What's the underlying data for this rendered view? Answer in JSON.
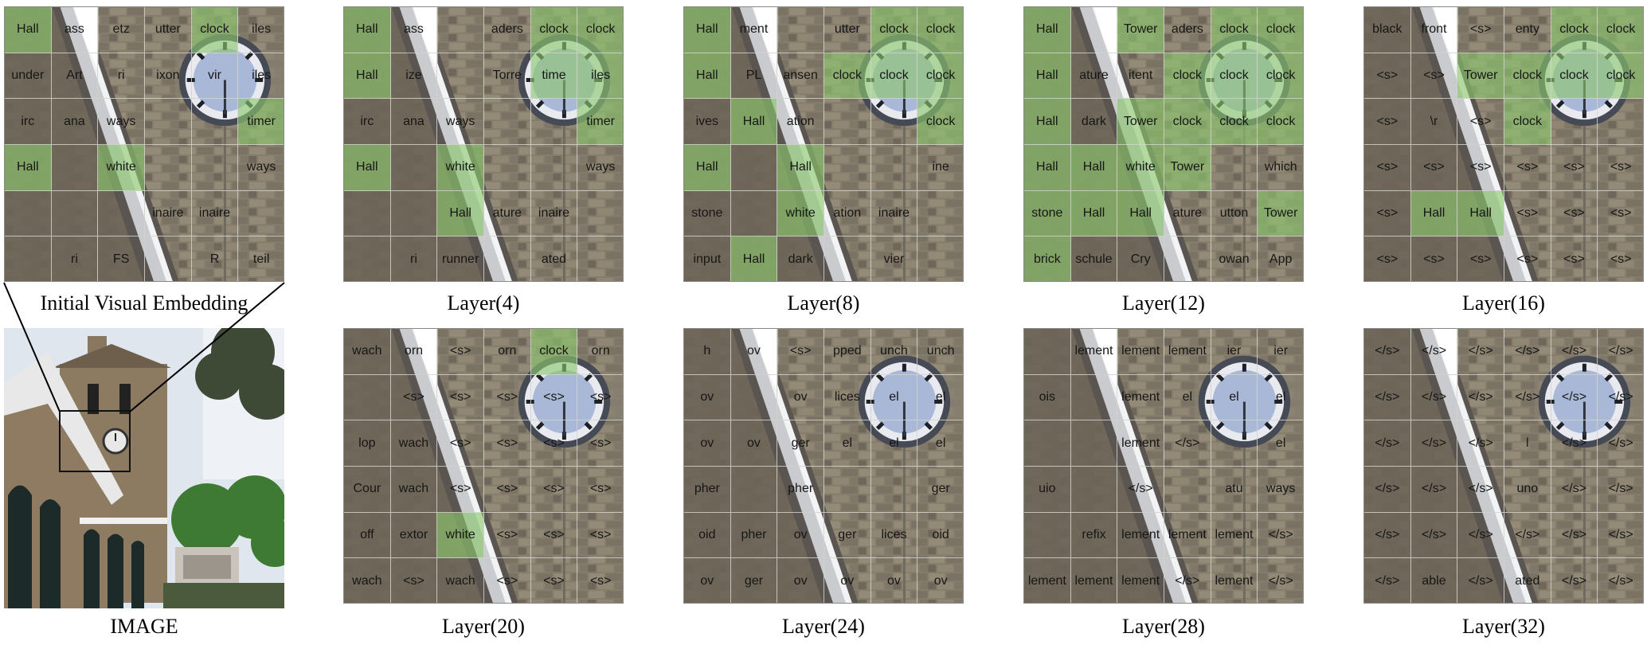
{
  "captions": {
    "initial": "Initial Visual Embedding",
    "image": "IMAGE",
    "layer4": "Layer(4)",
    "layer8": "Layer(8)",
    "layer12": "Layer(12)",
    "layer16": "Layer(16)",
    "layer20": "Layer(20)",
    "layer24": "Layer(24)",
    "layer28": "Layer(28)",
    "layer32": "Layer(32)"
  },
  "panels": [
    {
      "key": "initial",
      "tokens": [
        [
          "Hall",
          "ass",
          "etz",
          "utter",
          "clock",
          "iles"
        ],
        [
          "under",
          "Art",
          "ri",
          "ixon",
          "vir",
          "iles"
        ],
        [
          "irc",
          "ana",
          "ways",
          "",
          "",
          "timer"
        ],
        [
          "Hall",
          "",
          "white",
          "",
          "",
          "ways"
        ],
        [
          "",
          "",
          "",
          "inaire",
          "inaire",
          ""
        ],
        [
          "",
          "ri",
          "FS",
          "",
          "R",
          "teil"
        ]
      ],
      "hl": [
        [
          0,
          0
        ],
        [
          0,
          4
        ],
        [
          2,
          5
        ],
        [
          3,
          0
        ],
        [
          3,
          2
        ]
      ]
    },
    {
      "key": "layer4",
      "tokens": [
        [
          "Hall",
          "ass",
          "",
          "aders",
          "clock",
          "clock"
        ],
        [
          "Hall",
          "ize",
          "",
          "Torre",
          "time",
          "iles"
        ],
        [
          "irc",
          "ana",
          "ways",
          "",
          "",
          "timer"
        ],
        [
          "Hall",
          "",
          "white",
          "",
          "",
          "ways"
        ],
        [
          "",
          "",
          "Hall",
          "ature",
          "inaire",
          ""
        ],
        [
          "",
          "ri",
          "runner",
          "",
          "ated",
          ""
        ]
      ],
      "hl": [
        [
          0,
          0
        ],
        [
          0,
          4
        ],
        [
          0,
          5
        ],
        [
          1,
          0
        ],
        [
          1,
          4
        ],
        [
          1,
          5
        ],
        [
          2,
          5
        ],
        [
          3,
          0
        ],
        [
          3,
          2
        ],
        [
          4,
          2
        ]
      ]
    },
    {
      "key": "layer8",
      "tokens": [
        [
          "Hall",
          "ment",
          "",
          "utter",
          "clock",
          "clock"
        ],
        [
          "Hall",
          "PL",
          "ansen",
          "clock",
          "clock",
          "clock"
        ],
        [
          "ives",
          "Hall",
          "ation",
          "",
          "",
          "clock"
        ],
        [
          "Hall",
          "",
          "Hall",
          "",
          "",
          "ine"
        ],
        [
          "stone",
          "",
          "white",
          "ation",
          "inaire",
          ""
        ],
        [
          "input",
          "Hall",
          "dark",
          "",
          "vier",
          ""
        ]
      ],
      "hl": [
        [
          0,
          0
        ],
        [
          0,
          4
        ],
        [
          0,
          5
        ],
        [
          1,
          0
        ],
        [
          1,
          3
        ],
        [
          1,
          4
        ],
        [
          1,
          5
        ],
        [
          2,
          1
        ],
        [
          2,
          5
        ],
        [
          3,
          0
        ],
        [
          3,
          2
        ],
        [
          4,
          2
        ],
        [
          5,
          1
        ]
      ]
    },
    {
      "key": "layer12",
      "tokens": [
        [
          "Hall",
          "",
          "Tower",
          "aders",
          "clock",
          "clock"
        ],
        [
          "Hall",
          "ature",
          "itent",
          "clock",
          "clock",
          "clock"
        ],
        [
          "Hall",
          "dark",
          "Tower",
          "clock",
          "clock",
          "clock"
        ],
        [
          "Hall",
          "Hall",
          "white",
          "Tower",
          "",
          "which"
        ],
        [
          "stone",
          "Hall",
          "Hall",
          "ature",
          "utton",
          "Tower"
        ],
        [
          "brick",
          "schule",
          "Cry",
          "",
          "owan",
          "App"
        ]
      ],
      "hl": [
        [
          0,
          0
        ],
        [
          0,
          2
        ],
        [
          0,
          4
        ],
        [
          0,
          5
        ],
        [
          1,
          0
        ],
        [
          1,
          3
        ],
        [
          1,
          4
        ],
        [
          1,
          5
        ],
        [
          2,
          0
        ],
        [
          2,
          2
        ],
        [
          2,
          3
        ],
        [
          2,
          4
        ],
        [
          2,
          5
        ],
        [
          3,
          0
        ],
        [
          3,
          1
        ],
        [
          3,
          2
        ],
        [
          3,
          3
        ],
        [
          4,
          0
        ],
        [
          4,
          1
        ],
        [
          4,
          2
        ],
        [
          4,
          5
        ],
        [
          5,
          0
        ]
      ]
    },
    {
      "key": "layer16",
      "tokens": [
        [
          "black",
          "front",
          "<s>",
          "enty",
          "clock",
          "clock"
        ],
        [
          "<s>",
          "<s>",
          "Tower",
          "clock",
          "clock",
          "clock"
        ],
        [
          "<s>",
          "\\r",
          "<s>",
          "clock",
          "",
          ""
        ],
        [
          "<s>",
          "<s>",
          "<s>",
          "<s>",
          "<s>",
          "<s>"
        ],
        [
          "<s>",
          "Hall",
          "Hall",
          "<s>",
          "<s>",
          "<s>"
        ],
        [
          "<s>",
          "<s>",
          "<s>",
          "<s>",
          "<s>",
          "<s>"
        ]
      ],
      "hl": [
        [
          0,
          4
        ],
        [
          0,
          5
        ],
        [
          1,
          2
        ],
        [
          1,
          3
        ],
        [
          1,
          4
        ],
        [
          1,
          5
        ],
        [
          2,
          3
        ],
        [
          4,
          1
        ],
        [
          4,
          2
        ]
      ]
    },
    {
      "key": "layer20",
      "tokens": [
        [
          "wach",
          "orn",
          "<s>",
          "orn",
          "clock",
          "orn"
        ],
        [
          "",
          "<s>",
          "<s>",
          "<s>",
          "<s>",
          "<s>"
        ],
        [
          "lop",
          "wach",
          "<s>",
          "<s>",
          "<s>",
          "<s>"
        ],
        [
          "Cour",
          "wach",
          "<s>",
          "<s>",
          "<s>",
          "<s>"
        ],
        [
          "off",
          "extor",
          "white",
          "<s>",
          "<s>",
          "<s>"
        ],
        [
          "wach",
          "<s>",
          "wach",
          "<s>",
          "<s>",
          "<s>"
        ]
      ],
      "hl": [
        [
          0,
          4
        ],
        [
          4,
          2
        ]
      ]
    },
    {
      "key": "layer24",
      "tokens": [
        [
          "h",
          "ov",
          "<s>",
          "pped",
          "unch",
          "unch"
        ],
        [
          "ov",
          "",
          "ov",
          "lices",
          "el",
          "el"
        ],
        [
          "ov",
          "ov",
          "ger",
          "el",
          "el",
          "el"
        ],
        [
          "pher",
          "",
          "pher",
          "",
          "",
          "ger"
        ],
        [
          "oid",
          "pher",
          "ov",
          "ger",
          "lices",
          "oid"
        ],
        [
          "ov",
          "ger",
          "ov",
          "ov",
          "ov",
          "ov"
        ]
      ],
      "hl": []
    },
    {
      "key": "layer28",
      "tokens": [
        [
          "",
          "lement",
          "lement",
          "lement",
          "ier",
          "ier"
        ],
        [
          "ois",
          "",
          "lement",
          "el",
          "el",
          "el"
        ],
        [
          "",
          "",
          "lement",
          "</s>",
          "",
          "el"
        ],
        [
          "uio",
          "",
          "</s>",
          "",
          "atu",
          "ways"
        ],
        [
          "",
          "refix",
          "lement",
          "lement",
          "lement",
          "</s>"
        ],
        [
          "lement",
          "lement",
          "lement",
          "</s>",
          "lement",
          "</s>"
        ]
      ],
      "hl": []
    },
    {
      "key": "layer32",
      "tokens": [
        [
          "</s>",
          "</s>",
          "</s>",
          "</s>",
          "</s>",
          "</s>"
        ],
        [
          "</s>",
          "</s>",
          "</s>",
          "</s>",
          "</s>",
          "</s>"
        ],
        [
          "</s>",
          "</s>",
          "</s>",
          "l",
          "</s>",
          "</s>"
        ],
        [
          "</s>",
          "</s>",
          "</s>",
          "uno",
          "</s>",
          "</s>"
        ],
        [
          "</s>",
          "</s>",
          "</s>",
          "</s>",
          "</s>",
          "</s>"
        ],
        [
          "</s>",
          "able",
          "</s>",
          "ated",
          "</s>",
          "</s>"
        ]
      ],
      "hl": []
    }
  ]
}
